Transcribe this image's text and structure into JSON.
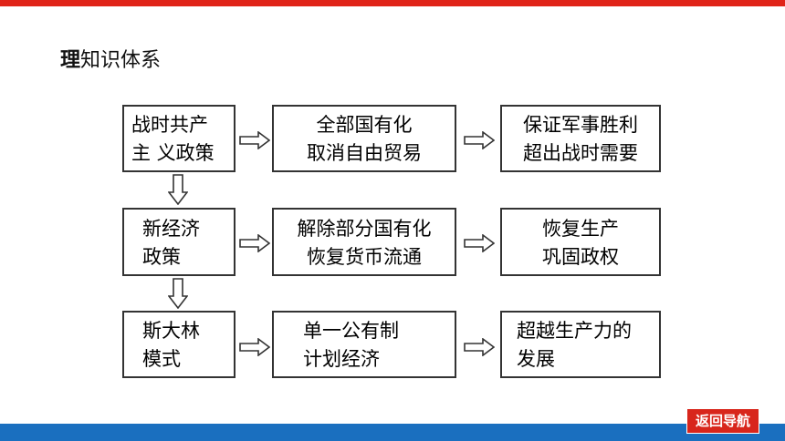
{
  "title": {
    "first": "理",
    "rest": "知识体系"
  },
  "rows": [
    {
      "stage": [
        "战时共产",
        "主 义政策"
      ],
      "measures": [
        "全部国有化",
        "取消自由贸易"
      ],
      "result": [
        "保证军事胜利",
        "超出战时需要"
      ]
    },
    {
      "stage": [
        "新经济",
        "政策"
      ],
      "measures": [
        "解除部分国有化",
        "恢复货币流通"
      ],
      "result": [
        "恢复生产",
        "巩固政权"
      ]
    },
    {
      "stage": [
        "斯大林",
        "模式"
      ],
      "measures": [
        "单一公有制",
        "计划经济"
      ],
      "result": [
        "超越生产力的",
        "发展"
      ]
    }
  ],
  "nav": {
    "return_label": "返回导航"
  }
}
